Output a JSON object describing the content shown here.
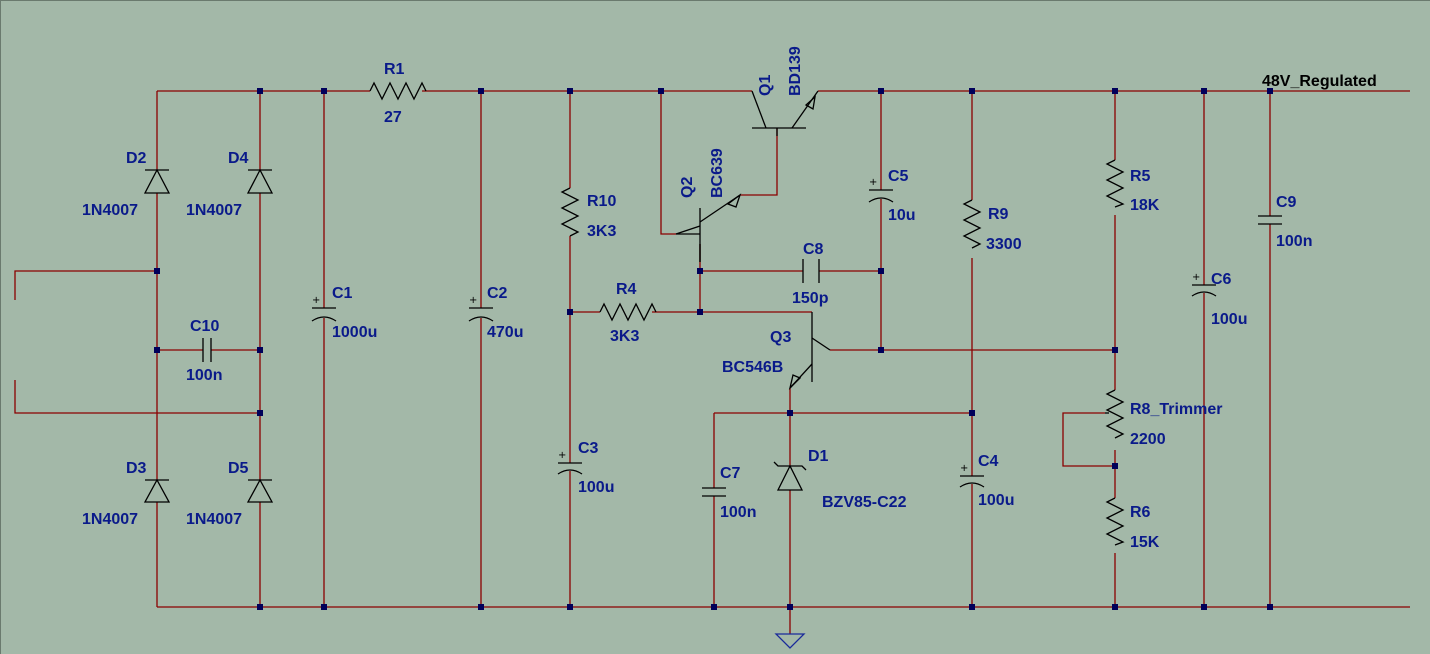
{
  "net_label": "48V_Regulated",
  "components": {
    "R1": {
      "ref": "R1",
      "value": "27"
    },
    "R10": {
      "ref": "R10",
      "value": "3K3"
    },
    "R4": {
      "ref": "R4",
      "value": "3K3"
    },
    "R9": {
      "ref": "R9",
      "value": "3300"
    },
    "R5": {
      "ref": "R5",
      "value": "18K"
    },
    "R8": {
      "ref": "R8_Trimmer",
      "value": "2200"
    },
    "R6": {
      "ref": "R6",
      "value": "15K"
    },
    "C1": {
      "ref": "C1",
      "value": "1000u"
    },
    "C2": {
      "ref": "C2",
      "value": "470u"
    },
    "C3": {
      "ref": "C3",
      "value": "100u"
    },
    "C4": {
      "ref": "C4",
      "value": "100u"
    },
    "C5": {
      "ref": "C5",
      "value": "10u"
    },
    "C6": {
      "ref": "C6",
      "value": "100u"
    },
    "C7": {
      "ref": "C7",
      "value": "100n"
    },
    "C8": {
      "ref": "C8",
      "value": "150p"
    },
    "C9": {
      "ref": "C9",
      "value": "100n"
    },
    "C10": {
      "ref": "C10",
      "value": "100n"
    },
    "D1": {
      "ref": "D1",
      "value": "BZV85-C22"
    },
    "D2": {
      "ref": "D2",
      "value": "1N4007"
    },
    "D3": {
      "ref": "D3",
      "value": "1N4007"
    },
    "D4": {
      "ref": "D4",
      "value": "1N4007"
    },
    "D5": {
      "ref": "D5",
      "value": "1N4007"
    },
    "Q1": {
      "ref": "Q1",
      "value": "BD139"
    },
    "Q2": {
      "ref": "Q2",
      "value": "BC639"
    },
    "Q3": {
      "ref": "Q3",
      "value": "BC546B"
    }
  }
}
